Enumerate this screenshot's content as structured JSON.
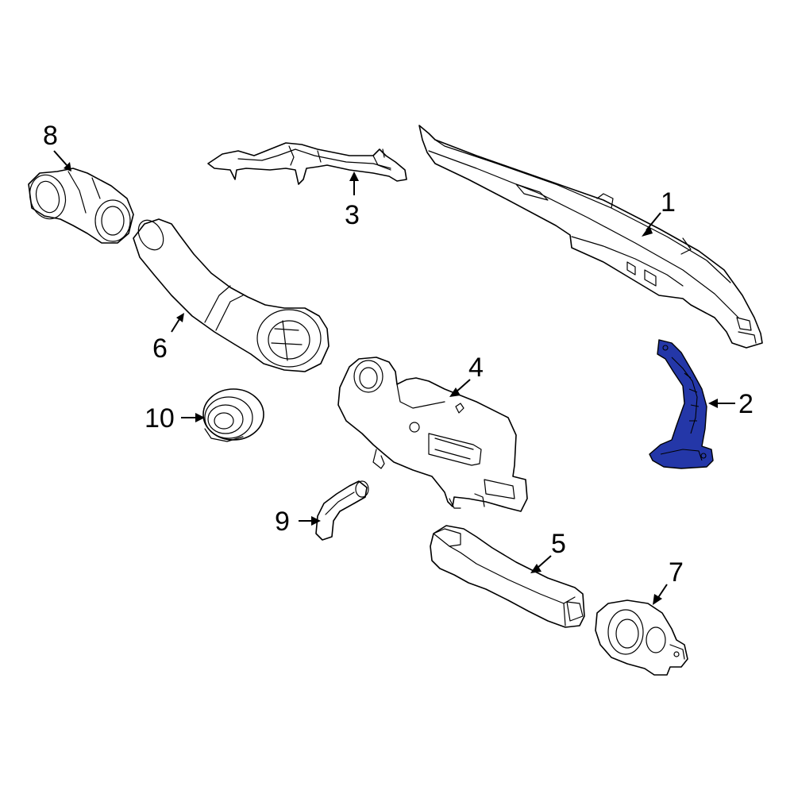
{
  "highlight_color": "#2437a8",
  "callouts": [
    {
      "id": "1",
      "label": "1"
    },
    {
      "id": "2",
      "label": "2"
    },
    {
      "id": "3",
      "label": "3"
    },
    {
      "id": "4",
      "label": "4"
    },
    {
      "id": "5",
      "label": "5"
    },
    {
      "id": "6",
      "label": "6"
    },
    {
      "id": "7",
      "label": "7"
    },
    {
      "id": "8",
      "label": "8"
    },
    {
      "id": "9",
      "label": "9"
    },
    {
      "id": "10",
      "label": "10"
    }
  ]
}
